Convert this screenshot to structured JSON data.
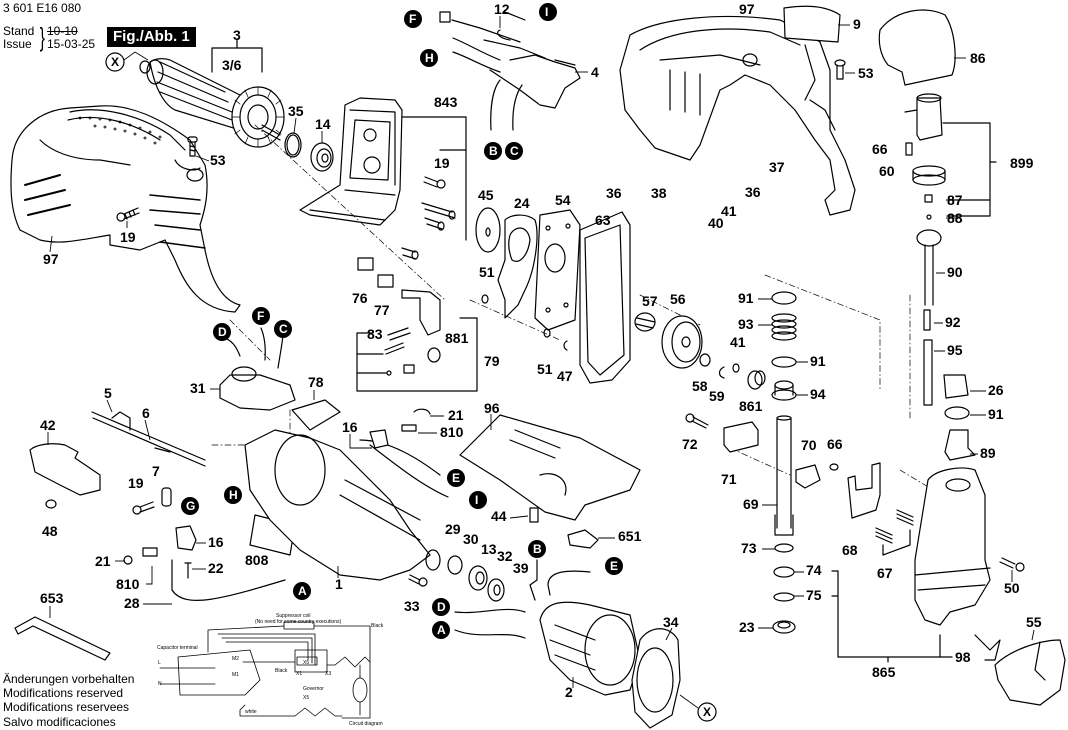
{
  "header": {
    "document_number": "3 601 E16 080",
    "stand_label": "Stand",
    "issue_label": "Issue",
    "stand_value": "10-10",
    "issue_value": "15-03-25",
    "figure_title": "Fig./Abb. 1"
  },
  "notes": [
    "Änderungen vorbehalten",
    "Modifications reserved",
    "Modifications reservees",
    "Salvo modificaciones"
  ],
  "wire_connectors": [
    "A",
    "B",
    "C",
    "D",
    "E",
    "F",
    "G",
    "H",
    "I"
  ],
  "shaft_marker": "X",
  "callouts": {
    "c3": "3",
    "c36": "3/6",
    "c53a": "53",
    "c19a": "19",
    "c97a": "97",
    "c35": "35",
    "c14": "14",
    "c843": "843",
    "c19b": "19",
    "c12": "12",
    "c4": "4",
    "c45": "45",
    "c24": "24",
    "c54": "54",
    "c63": "63",
    "c76": "76",
    "c77": "77",
    "c83": "83",
    "c881": "881",
    "c79": "79",
    "c51a": "51",
    "c51b": "51",
    "c47": "47",
    "c97b": "97",
    "c9": "9",
    "c53b": "53",
    "c36a": "36",
    "c38": "38",
    "c37": "37",
    "c36b": "36",
    "c41a": "41",
    "c40": "40",
    "c86": "86",
    "c66a": "66",
    "c60": "60",
    "c899": "899",
    "c87": "87",
    "c88": "88",
    "c90": "90",
    "c92": "92",
    "c95": "95",
    "c26": "26",
    "c91c": "91",
    "c89": "89",
    "c91a": "91",
    "c93": "93",
    "c91b": "91",
    "c94": "94",
    "c57": "57",
    "c56": "56",
    "c58": "58",
    "c59": "59",
    "c41b": "41",
    "c861": "861",
    "c72": "72",
    "c71": "71",
    "c70": "70",
    "c66b": "66",
    "c69": "69",
    "c73": "73",
    "c74": "74",
    "c75": "75",
    "c23": "23",
    "c865": "865",
    "c68": "68",
    "c67": "67",
    "c50": "50",
    "c98": "98",
    "c55": "55",
    "c31": "31",
    "c78": "78",
    "c5": "5",
    "c6": "6",
    "c42": "42",
    "c48": "48",
    "c7": "7",
    "c19c": "19",
    "c16a": "16",
    "c21a": "21",
    "c810a": "810",
    "c22": "22",
    "c28": "28",
    "c808": "808",
    "c653": "653",
    "c16b": "16",
    "c21b": "21",
    "c810b": "810",
    "c96": "96",
    "c44": "44",
    "c651": "651",
    "c1": "1",
    "c29": "29",
    "c30": "30",
    "c13": "13",
    "c32": "32",
    "c33": "33",
    "c39": "39",
    "c2": "2",
    "c34": "34"
  },
  "circuit": {
    "suppressor_coil": "Suppressor coil",
    "suppressor_note": "(No need for some country executions)",
    "capacitor_terminal": "Capacitor terminal",
    "line_L": "L",
    "line_N": "N",
    "m2": "M2",
    "m1": "M1",
    "black_1": "Black",
    "black_2": "Black",
    "x1": "X1",
    "x5_top": "X5",
    "x3": "X3",
    "governor": "Governor",
    "x5_bottom": "X5",
    "white": "white",
    "title": "Circuit diagram"
  }
}
